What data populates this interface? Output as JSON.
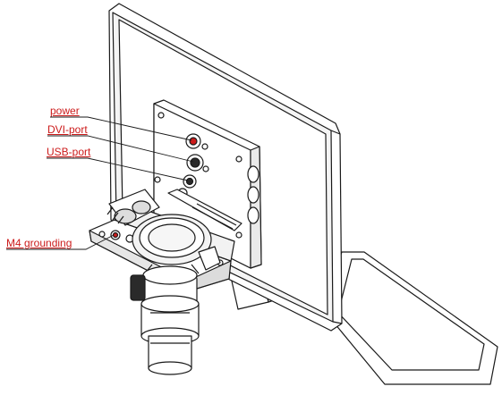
{
  "labels": {
    "power": "power",
    "dvi": "DVI-port",
    "usb": "USB-port",
    "grounding": "M4 grounding"
  },
  "colors": {
    "callout": "#cc1b1b",
    "line": "#1a1a1a",
    "fill": "#ffffff",
    "shade": "#d9d9d9",
    "dark": "#2a2a2a"
  }
}
